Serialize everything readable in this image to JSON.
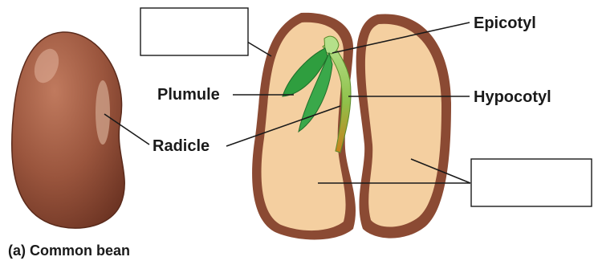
{
  "caption": "(a) Common bean",
  "labels": {
    "epicotyl": "Epicotyl",
    "plumule": "Plumule",
    "hypocotyl": "Hypocotyl",
    "radicle": "Radicle"
  },
  "blank_boxes": [
    "",
    ""
  ],
  "colors": {
    "seed_coat": "#8b4a33",
    "cotyledon": "#f4cfa0",
    "leaf": "#3aa84a",
    "stem": "#9acd5a"
  }
}
